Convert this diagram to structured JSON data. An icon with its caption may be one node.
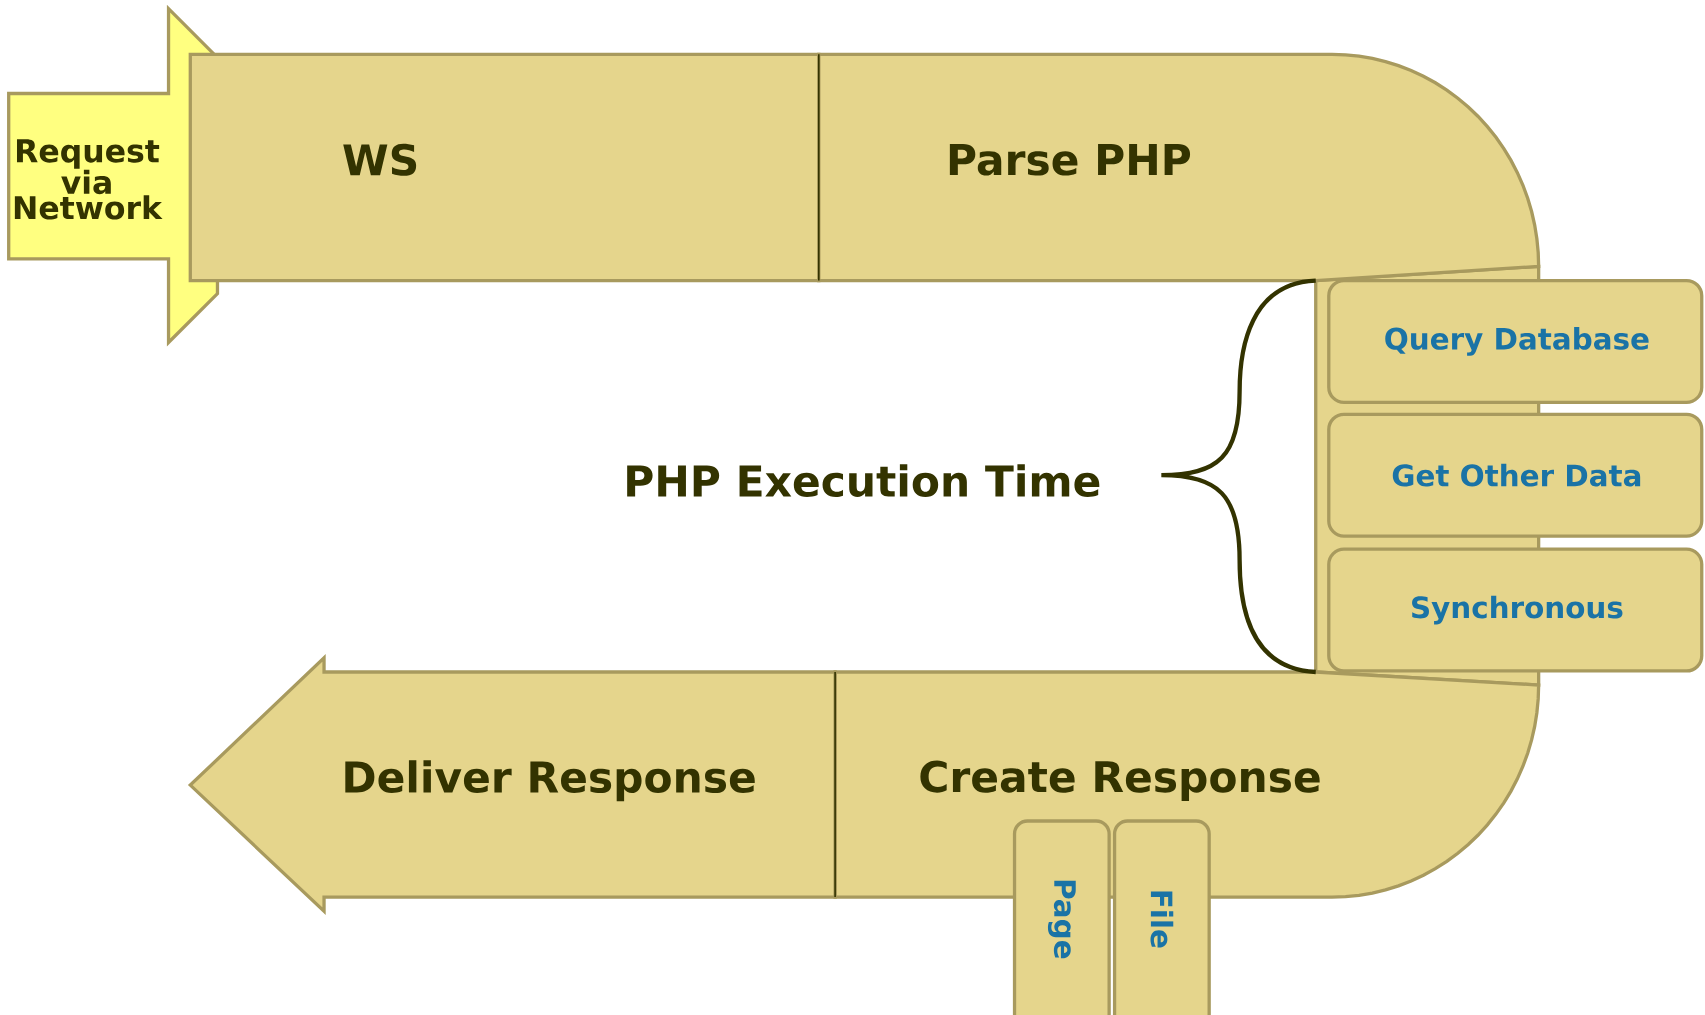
{
  "diagram": {
    "nodes": [
      {
        "text": [
          "Request via Network"
        ]
      },
      {
        "text": [
          "WS"
        ]
      },
      {
        "text": [
          "Parse PHP"
        ]
      },
      {
        "text": [
          "PHP Execution Time"
        ]
      },
      {
        "text": [
          "Query Database"
        ]
      },
      {
        "text": [
          "Get Other Data"
        ]
      },
      {
        "text": [
          "Synchronous"
        ]
      },
      {
        "text": [
          "Create Response"
        ]
      },
      {
        "text": [
          "Deliver Response"
        ]
      },
      {
        "text": [
          "Page"
        ]
      },
      {
        "text": [
          "File"
        ]
      }
    ]
  }
}
